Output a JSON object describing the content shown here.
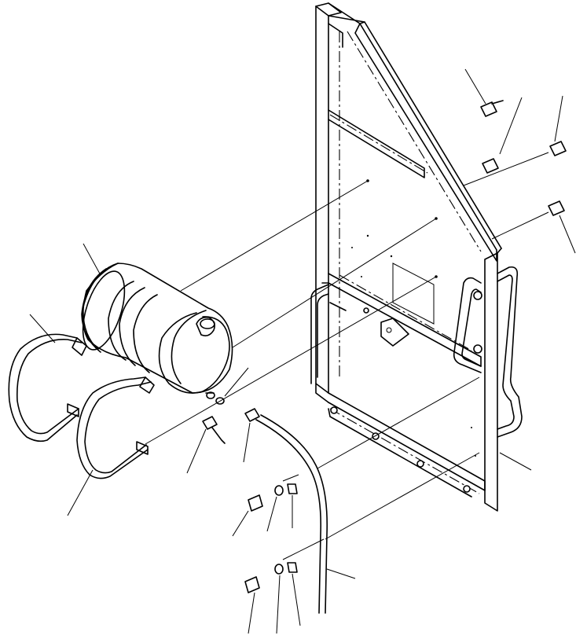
{
  "drawing": {
    "kind": "exploded-parts-diagram",
    "callout_labels": [],
    "parts": [
      "frame",
      "tank",
      "strap-left",
      "strap-right",
      "bolt-top-1",
      "bolt-top-2",
      "bolt-top-3",
      "bolt-right",
      "elbow-fitting",
      "nipple",
      "hose-fitting",
      "hose",
      "bolt-lower-1",
      "washer-lower-1",
      "nut-lower-1",
      "bolt-lower-2",
      "washer-lower-2",
      "nut-lower-2"
    ]
  }
}
